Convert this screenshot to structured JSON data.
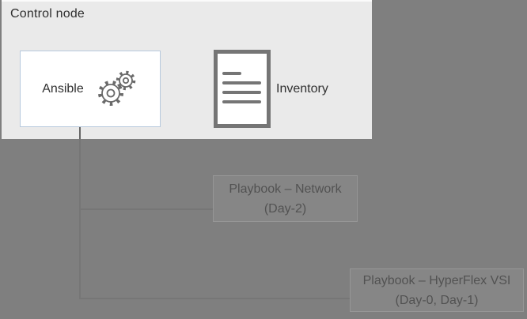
{
  "control_node": {
    "title": "Control node"
  },
  "ansible": {
    "label": "Ansible",
    "icon": "gears-icon"
  },
  "inventory": {
    "label": "Inventory",
    "icon": "document-icon"
  },
  "playbooks": [
    {
      "title": "Playbook – Network",
      "subtitle": "(Day-2)"
    },
    {
      "title": "Playbook – HyperFlex VSI",
      "subtitle": "(Day-0, Day-1)"
    }
  ],
  "colors": {
    "dimmed_background": "#7f7f7f",
    "panel_background": "#eaeaea",
    "ansible_box_fill": "#ffffff",
    "ansible_box_border": "#b7c9dd",
    "icon_gray": "#757575",
    "gear_gray": "#6a6a6a",
    "dark_text": "#303030",
    "dimmed_box_fill": "#868686",
    "dimmed_box_border": "#969696",
    "dimmed_text": "#525252",
    "connector_dark": "#666666",
    "connector_faint": "#767676"
  }
}
